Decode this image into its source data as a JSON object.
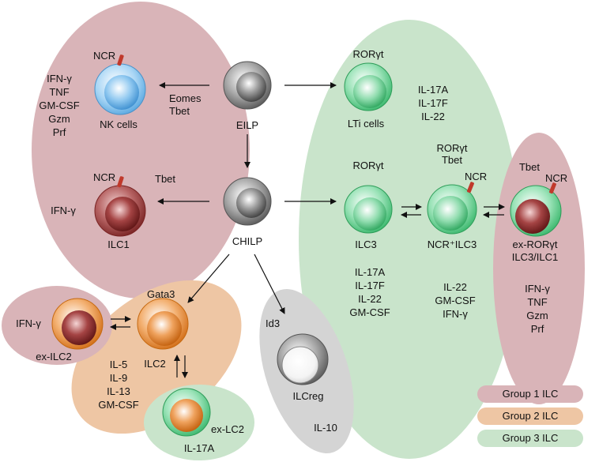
{
  "colors": {
    "group1_fill": "#d9b4b8",
    "group2_fill": "#eec6a4",
    "group3_fill": "#c9e4cb",
    "grey_fill": "#d4d4d4",
    "ncr_marker": "#c0392b"
  },
  "cells": {
    "eilp": "EILP",
    "chilp": "CHILP",
    "nk": "NK cells",
    "ilc1": "ILC1",
    "lti": "LTi cells",
    "ilc3": "ILC3",
    "ncr_ilc3": "NCR⁺ILC3",
    "ex_ror_line1": "ex-RORγt",
    "ex_ror_line2": "ILC3/ILC1",
    "ilc2": "ILC2",
    "ex_ilc2": "ex-ILC2",
    "ex_lc2": "ex-LC2",
    "ilcreg": "ILCreg"
  },
  "markers": {
    "ncr": "NCR",
    "eomes": "Eomes",
    "tbet": "Tbet",
    "ror": "RORγt",
    "gata3": "Gata3",
    "id3": "Id3"
  },
  "cytokines": {
    "nk": [
      "IFN-γ",
      "TNF",
      "GM-CSF",
      "Gzm",
      "Prf"
    ],
    "ilc1": "IFN-γ",
    "lti": [
      "IL-17A",
      "IL-17F",
      "IL-22"
    ],
    "ilc3": [
      "IL-17A",
      "IL-17F",
      "IL-22",
      "GM-CSF"
    ],
    "ncr_ilc3": [
      "IL-22",
      "GM-CSF",
      "IFN-γ"
    ],
    "ex_ror": [
      "IFN-γ",
      "TNF",
      "Gzm",
      "Prf"
    ],
    "ex_ilc2": "IFN-γ",
    "ilc2": [
      "IL-5",
      "IL-9",
      "IL-13",
      "GM-CSF"
    ],
    "ex_lc2": "IL-17A",
    "ilcreg": "IL-10"
  },
  "legend": {
    "group1": "Group 1 ILC",
    "group2": "Group 2 ILC",
    "group3": "Group 3 ILC"
  }
}
